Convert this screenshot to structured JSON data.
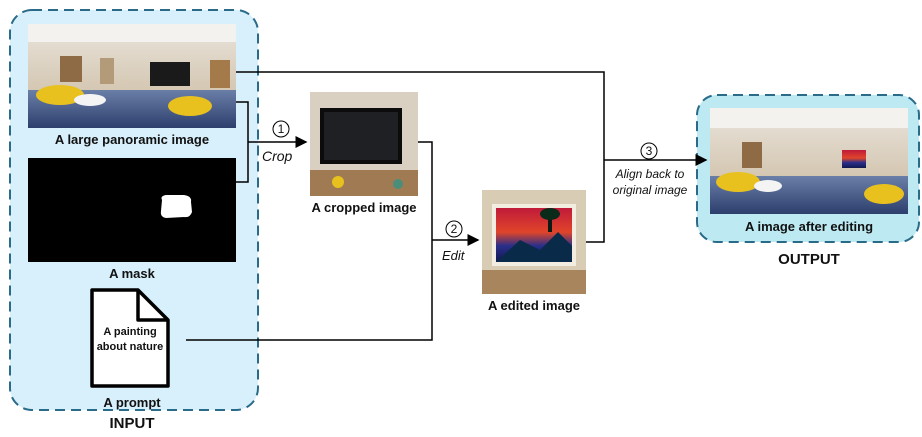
{
  "input": {
    "panorama_label": "A large panoramic image",
    "mask_label": "A mask",
    "prompt_text_line1": "A painting",
    "prompt_text_line2": "about nature",
    "prompt_label": "A prompt",
    "group_label": "INPUT"
  },
  "steps": {
    "crop": {
      "number": "1",
      "label": "Crop"
    },
    "edit": {
      "number": "2",
      "label": "Edit"
    },
    "align": {
      "number": "3",
      "label_line1": "Align back to",
      "label_line2": "original image"
    }
  },
  "middle": {
    "cropped_label": "A cropped image",
    "edited_label": "A edited image"
  },
  "output": {
    "result_label": "A image after editing",
    "group_label": "OUTPUT"
  },
  "colors": {
    "group_fill": "#d8f0fb",
    "output_fill": "#bdeaf2",
    "group_border": "#2a6b8a",
    "line": "#000000"
  }
}
